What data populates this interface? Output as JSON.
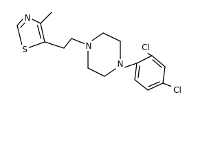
{
  "atoms": {
    "thiazole_n": "N",
    "thiazole_s": "S",
    "piperazine_n1": "N",
    "piperazine_n2": "N",
    "chloro_ortho": "Cl",
    "chloro_para": "Cl"
  },
  "colors": {
    "bond": "#000000",
    "label": "#000000",
    "background": "#ffffff"
  }
}
